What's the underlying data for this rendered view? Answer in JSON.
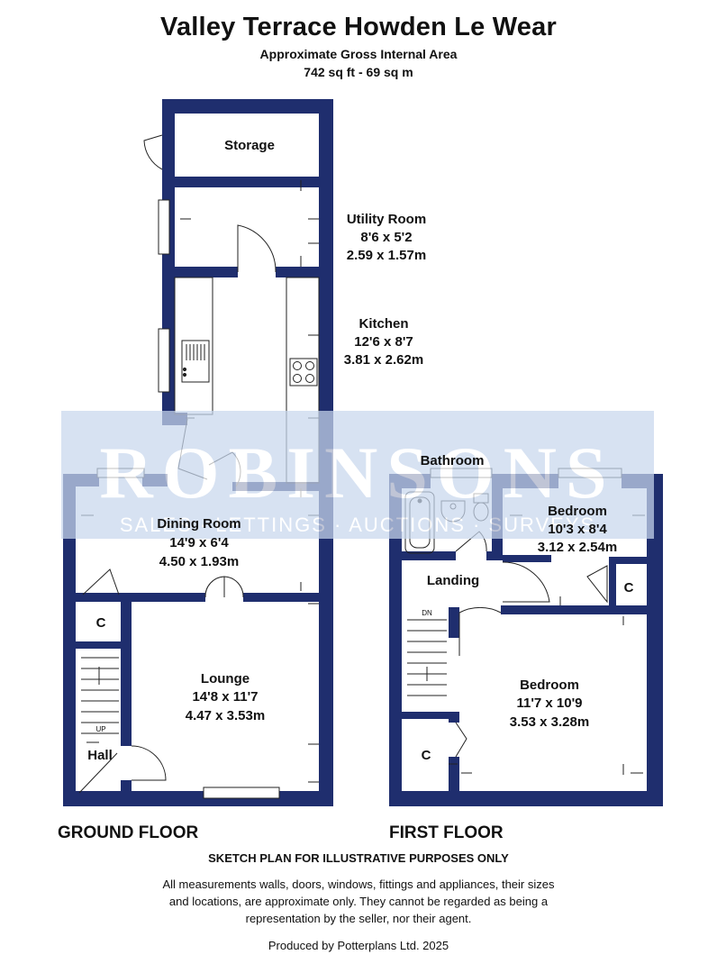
{
  "header": {
    "title": "Valley Terrace Howden Le Wear",
    "subtitle": "Approximate Gross Internal Area",
    "area": "742 sq ft - 69 sq m"
  },
  "watermark": {
    "brand": "ROBINSONS",
    "tagline": "SALES · LETTINGS · AUCTIONS · SURVEYS"
  },
  "ground_floor": {
    "label": "GROUND FLOOR",
    "rooms": {
      "storage": {
        "name": "Storage"
      },
      "utility": {
        "name": "Utility Room",
        "imperial": "8'6 x 5'2",
        "metric": "2.59 x 1.57m"
      },
      "kitchen": {
        "name": "Kitchen",
        "imperial": "12'6 x 8'7",
        "metric": "3.81 x 2.62m"
      },
      "dining": {
        "name": "Dining Room",
        "imperial": "14'9 x 6'4",
        "metric": "4.50 x 1.93m"
      },
      "lounge": {
        "name": "Lounge",
        "imperial": "14'8 x 11'7",
        "metric": "4.47 x 3.53m"
      },
      "cupboard": {
        "name": "C"
      },
      "hall": {
        "name": "Hall"
      },
      "stairs_up": {
        "name": "UP"
      }
    }
  },
  "first_floor": {
    "label": "FIRST FLOOR",
    "rooms": {
      "bathroom": {
        "name": "Bathroom"
      },
      "bedroom2": {
        "name": "Bedroom",
        "imperial": "10'3 x 8'4",
        "metric": "3.12 x 2.54m"
      },
      "landing": {
        "name": "Landing"
      },
      "bedroom1": {
        "name": "Bedroom",
        "imperial": "11'7 x 10'9",
        "metric": "3.53 x 3.28m"
      },
      "cupboard_a": {
        "name": "C"
      },
      "cupboard_b": {
        "name": "C"
      },
      "stairs_down": {
        "name": "DN"
      }
    }
  },
  "footer": {
    "sketch": "SKETCH PLAN FOR ILLUSTRATIVE PURPOSES ONLY",
    "disclaimer": "All measurements walls, doors, windows, fittings and appliances, their sizes and locations, are approximate only. They cannot be regarded as being a representation by the seller, nor their agent.",
    "produced": "Produced by Potterplans Ltd. 2025"
  },
  "colors": {
    "wall": "#1f2e6e",
    "watermark_band": "#c9d8ee",
    "watermark_text": "#ffffff"
  }
}
